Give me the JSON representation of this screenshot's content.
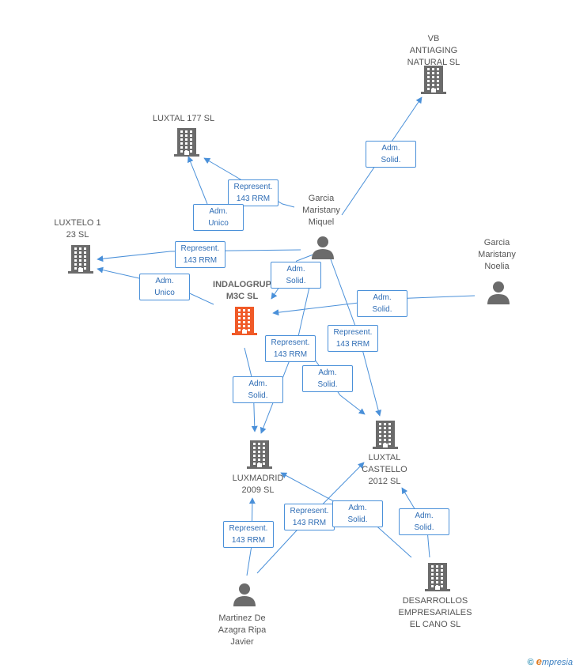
{
  "nodes": [
    {
      "id": "vb",
      "type": "company",
      "label": "VB\nANTIAGING\nNATURAL  SL"
    },
    {
      "id": "luxtal177",
      "type": "company",
      "label": "LUXTAL 177 SL"
    },
    {
      "id": "garcia_miquel",
      "type": "person",
      "label": "Garcia\nMaristany\nMiquel"
    },
    {
      "id": "luxtelo",
      "type": "company",
      "label": "LUXTELO 1\n23 SL"
    },
    {
      "id": "garcia_noelia",
      "type": "person",
      "label": "Garcia\nMaristany\nNoelia"
    },
    {
      "id": "indalogrup",
      "type": "focus",
      "label": "INDALOGRUP\nM3C SL"
    },
    {
      "id": "luxmadrid",
      "type": "company",
      "label": "LUXMADRID\n2009 SL"
    },
    {
      "id": "luxtal_castello",
      "type": "company",
      "label": "LUXTAL\nCASTELLO\n2012 SL"
    },
    {
      "id": "martinez",
      "type": "person",
      "label": "Martinez De\nAzagra Ripa\nJavier"
    },
    {
      "id": "desarrollos",
      "type": "company",
      "label": "DESARROLLOS\nEMPRESARIALES\nEL CANO  SL"
    }
  ],
  "edges": [
    {
      "id": "e1",
      "label": "Adm.\nSolid."
    },
    {
      "id": "e2",
      "label": "Represent.\n143 RRM"
    },
    {
      "id": "e3",
      "label": "Adm.\nUnico"
    },
    {
      "id": "e4",
      "label": "Represent.\n143 RRM"
    },
    {
      "id": "e5",
      "label": "Adm.\nUnico"
    },
    {
      "id": "e6",
      "label": "Adm.\nSolid."
    },
    {
      "id": "e7",
      "label": "Adm.\nSolid."
    },
    {
      "id": "e8",
      "label": "Represent.\n143 RRM"
    },
    {
      "id": "e9",
      "label": "Represent.\n143 RRM"
    },
    {
      "id": "e10",
      "label": "Adm.\nSolid."
    },
    {
      "id": "e11",
      "label": "Adm.\nSolid."
    },
    {
      "id": "e12",
      "label": "Represent.\n143 RRM"
    },
    {
      "id": "e13",
      "label": "Represent.\n143 RRM"
    },
    {
      "id": "e14",
      "label": "Adm.\nSolid."
    },
    {
      "id": "e15",
      "label": "Adm.\nSolid."
    }
  ],
  "footer": {
    "copyright": "©",
    "brand_initial": "e",
    "brand_rest": "mpresia"
  },
  "colors": {
    "edge": "#4a90d9",
    "company_icon": "#6b6b6b",
    "focus_icon": "#f05a28",
    "person_icon": "#6b6b6b"
  }
}
